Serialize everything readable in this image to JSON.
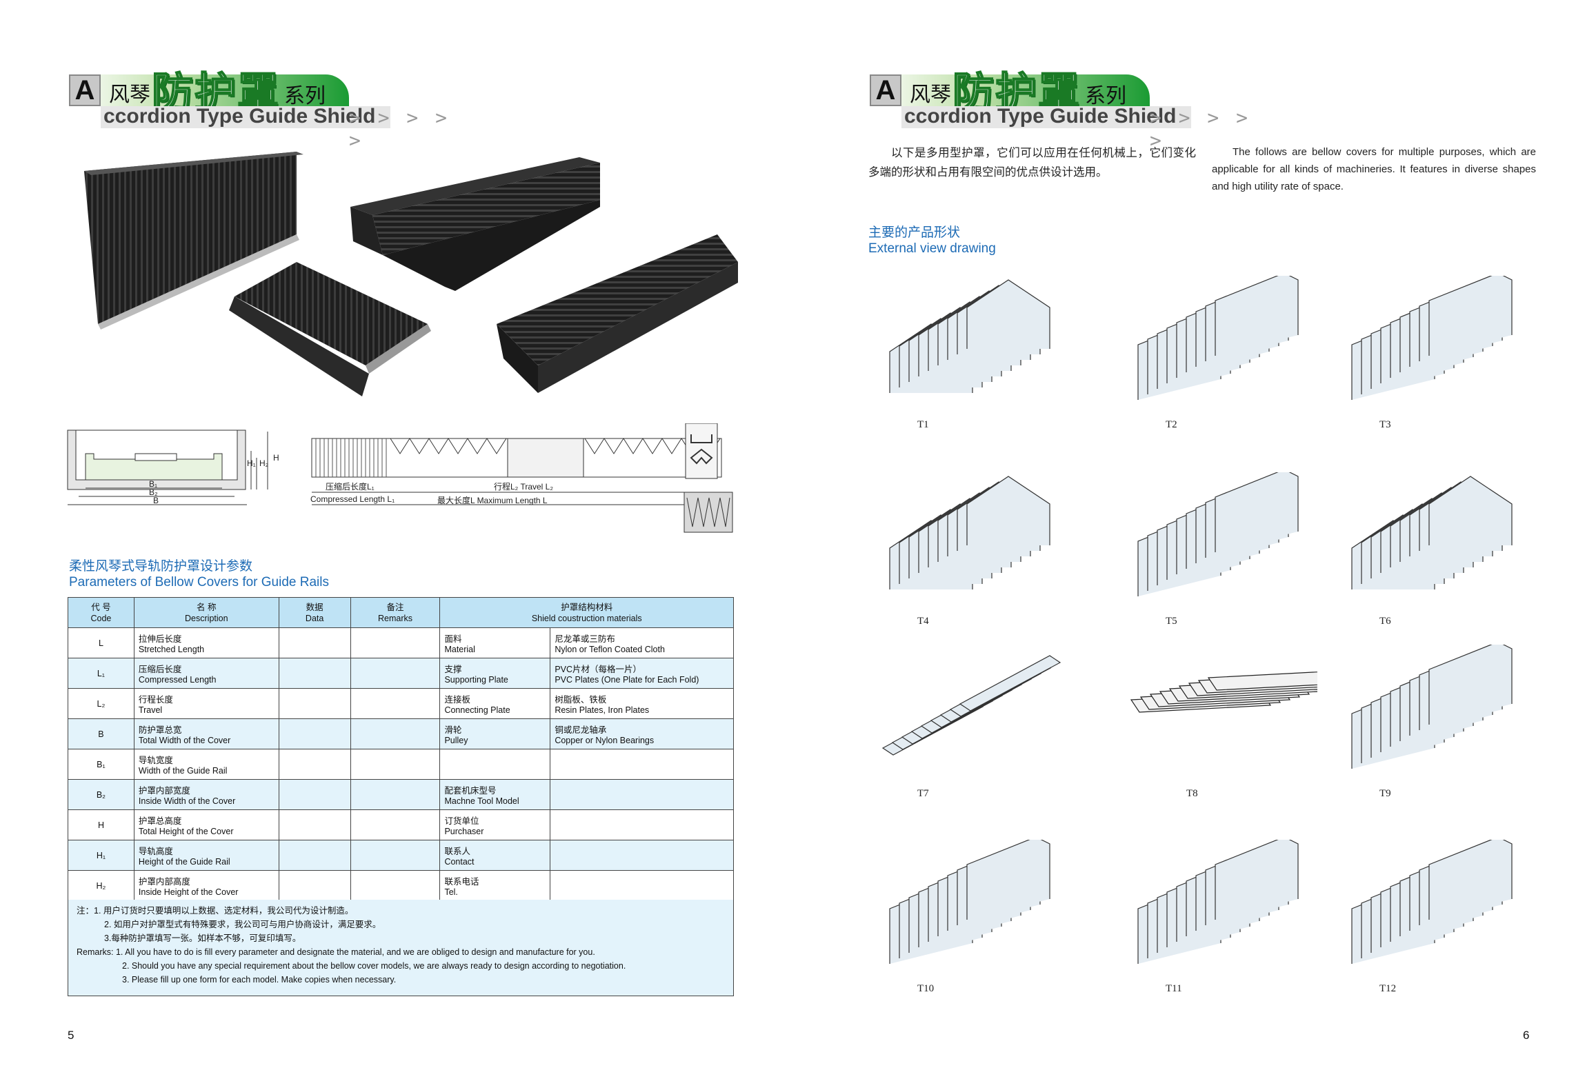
{
  "left_page": {
    "banner": {
      "letter": "A",
      "cn_prefix": "风琴",
      "cn_main": "防护罩",
      "cn_suffix": "系列",
      "en_title": "ccordion Type Guide Shield",
      "arrows": "> > > > >"
    },
    "drawing": {
      "labels": {
        "b1": "B₁",
        "b2": "B₂",
        "b": "B",
        "h": "H",
        "h1": "H₁",
        "h2": "H₂",
        "compressed_cn": "压缩后长度L₁",
        "compressed_en": "Compressed Length L₁",
        "travel": "行程L₂ Travel L₂",
        "max_length": "最大长度L Maximum Length L"
      }
    },
    "section_title_cn": "柔性风琴式导轨防护罩设计参数",
    "section_title_en": "Parameters of Bellow Covers for Guide Rails",
    "table": {
      "headers": [
        {
          "cn": "代 号",
          "en": "Code"
        },
        {
          "cn": "名 称",
          "en": "Description"
        },
        {
          "cn": "数据",
          "en": "Data"
        },
        {
          "cn": "备注",
          "en": "Remarks"
        },
        {
          "cn": "护罩结构材料",
          "en": "Shield coustruction materials"
        }
      ],
      "rows": [
        {
          "code": "L",
          "desc_cn": "拉伸后长度",
          "desc_en": "Stretched Length",
          "mat_cn": "面料",
          "mat_en": "Material",
          "val_cn": "尼龙革或三防布",
          "val_en": "Nylon or Teflon Coated Cloth"
        },
        {
          "code": "L₁",
          "desc_cn": "压缩后长度",
          "desc_en": "Compressed Length",
          "mat_cn": "支撑",
          "mat_en": "Supporting Plate",
          "val_cn": "PVC片材（每格一片）",
          "val_en": "PVC Plates (One Plate for Each Fold)"
        },
        {
          "code": "L₂",
          "desc_cn": "行程长度",
          "desc_en": "Travel",
          "mat_cn": "连接板",
          "mat_en": "Connecting Plate",
          "val_cn": "树脂板、铁板",
          "val_en": "Resin Plates, Iron Plates"
        },
        {
          "code": "B",
          "desc_cn": "防护罩总宽",
          "desc_en": "Total Width of the Cover",
          "mat_cn": "滑轮",
          "mat_en": "Pulley",
          "val_cn": "铜或尼龙轴承",
          "val_en": "Copper or Nylon Bearings"
        },
        {
          "code": "B₁",
          "desc_cn": "导轨宽度",
          "desc_en": "Width of the Guide Rail",
          "mat_cn": "",
          "mat_en": "",
          "val_cn": "",
          "val_en": ""
        },
        {
          "code": "B₂",
          "desc_cn": "护罩内部宽度",
          "desc_en": "Inside Width of the Cover",
          "mat_cn": "配套机床型号",
          "mat_en": "Machne Tool Model",
          "val_cn": "",
          "val_en": ""
        },
        {
          "code": "H",
          "desc_cn": "护罩总高度",
          "desc_en": "Total Height of the Cover",
          "mat_cn": "订货单位",
          "mat_en": "Purchaser",
          "val_cn": "",
          "val_en": ""
        },
        {
          "code": "H₁",
          "desc_cn": "导轨高度",
          "desc_en": "Height of the Guide Rail",
          "mat_cn": "联系人",
          "mat_en": "Contact",
          "val_cn": "",
          "val_en": ""
        },
        {
          "code": "H₂",
          "desc_cn": "护罩内部高度",
          "desc_en": "Inside Height of the Cover",
          "mat_cn": "联系电话",
          "mat_en": "Tel.",
          "val_cn": "",
          "val_en": ""
        }
      ]
    },
    "notes": {
      "cn1": "注：1. 用户订货时只要填明以上数据、选定材料，我公司代为设计制造。",
      "cn2": "2. 如用户对护罩型式有特殊要求，我公司可与用户协商设计，满足要求。",
      "cn3": "3.每种防护罩填写一张。如样本不够，可复印填写。",
      "en1": "Remarks:  1. All you have to do is fill every parameter and designate the material, and we are obliged to design and manufacture for you.",
      "en2": "2. Should you have any special requirement about the bellow cover models, we are always ready to design according to negotiation.",
      "en3": "3. Please fill up one form for each model. Make copies when necessary."
    },
    "page_number": "5"
  },
  "right_page": {
    "banner": {
      "letter": "A",
      "cn_prefix": "风琴",
      "cn_main": "防护罩",
      "cn_suffix": "系列",
      "en_title": "ccordion Type Guide Shield",
      "arrows": "> > > > >"
    },
    "intro_cn": "以下是多用型护罩，它们可以应用在任何机械上，它们变化多端的形状和占用有限空间的优点供设计选用。",
    "intro_en": "The follows are bellow covers for multiple purposes, which are applicable for all kinds of machineries. It features in diverse shapes and high utility rate of space.",
    "section_title_cn": "主要的产品形状",
    "section_title_en": "External view drawing",
    "shapes": [
      "T1",
      "T2",
      "T3",
      "T4",
      "T5",
      "T6",
      "T7",
      "T8",
      "T9",
      "T10",
      "T11",
      "T12"
    ],
    "page_number": "6"
  },
  "colors": {
    "accent_blue": "#1d6bb5",
    "banner_green": "#1a9b33",
    "table_header": "#bfe3f5",
    "table_alt_row": "#e3f3fb"
  }
}
